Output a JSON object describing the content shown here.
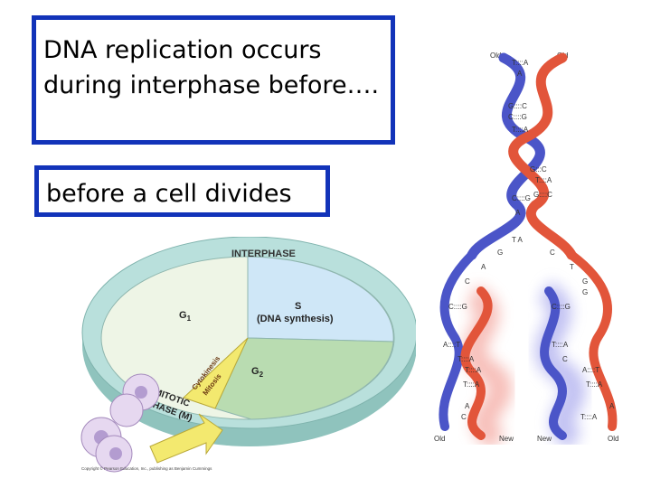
{
  "slide": {
    "question": "DNA replication occurs during interphase before….",
    "answer": "before a cell divides"
  },
  "cell_cycle": {
    "ring_label": "INTERPHASE",
    "g1_label": "G",
    "g1_sub": "1",
    "s_label": "S",
    "s_sub_label": "(DNA synthesis)",
    "g2_label": "G",
    "g2_sub": "2",
    "cytokinesis_label": "Cytokinesis",
    "mitosis_label": "Mitosis",
    "mitotic_line1": "MITOTIC",
    "mitotic_line2": "PHASE (M)",
    "copyright": "Copyright © Pearson Education, Inc., publishing as Benjamin Cummings"
  },
  "helix": {
    "top_left": "Old",
    "top_right": "Old",
    "bottom": [
      "Old",
      "New",
      "New",
      "Old"
    ],
    "pairs_top": [
      "T::::A",
      "A",
      "G::::C",
      "C::::G",
      "T::::A",
      "G:::C",
      "T::::A",
      "G::::C",
      "C::::G",
      "A"
    ],
    "pairs_mid": [
      "T  A",
      "G",
      "C",
      "A",
      "T",
      "C",
      "G",
      "G",
      "C::::G",
      "C::::G"
    ],
    "pairs_bottom": [
      "A::::T",
      "T::::A",
      "T::::A",
      "C",
      "T::::A",
      "A::::T",
      "T::::A",
      "T::::A",
      "C",
      "T::::A",
      "A",
      "A"
    ]
  },
  "colors": {
    "box_border": "#1233b9",
    "interphase_ring": "#b9e0dc",
    "g1": "#eef5e6",
    "s": "#cfe7f7",
    "g2": "#b9dcb1",
    "mitosis": "#f3e96f",
    "strand_blue": "#4b55c8",
    "strand_red": "#e2553a"
  }
}
